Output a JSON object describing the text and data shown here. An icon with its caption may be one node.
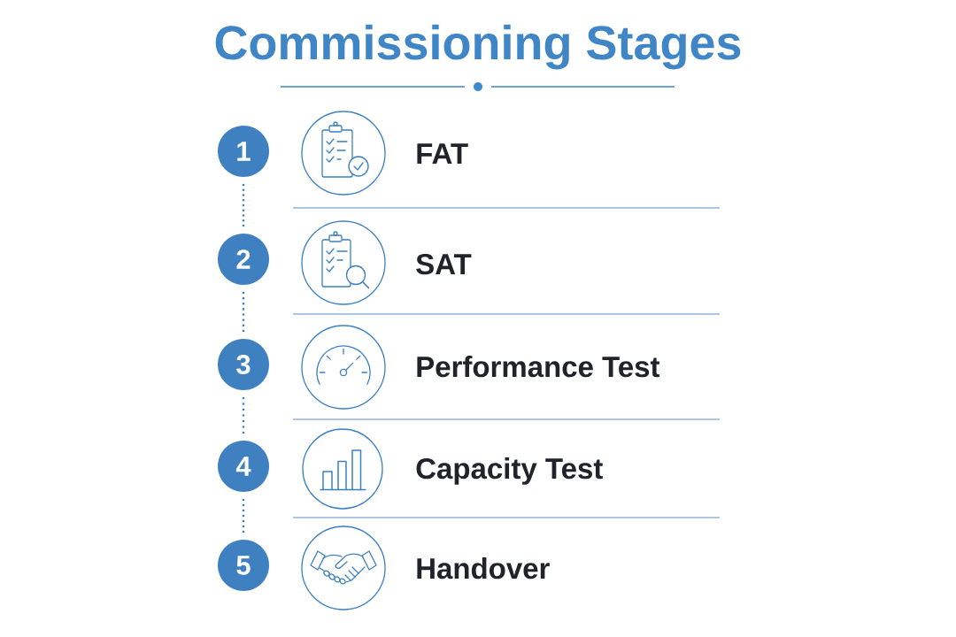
{
  "diagram": {
    "title": "Commissioning Stages",
    "nodes": [
      {
        "text": [
          "1"
        ]
      },
      {
        "text": [
          "2"
        ]
      },
      {
        "text": [
          "3"
        ]
      },
      {
        "text": [
          "4"
        ]
      },
      {
        "text": [
          "5"
        ]
      }
    ],
    "edges": [
      {
        "from": 0,
        "to": 1,
        "arrow": "none",
        "style": "dashed"
      },
      {
        "from": 1,
        "to": 2,
        "arrow": "none",
        "style": "dashed"
      },
      {
        "from": 2,
        "to": 3,
        "arrow": "none",
        "style": "dashed"
      },
      {
        "from": 3,
        "to": 4,
        "arrow": "none",
        "style": "dashed"
      }
    ],
    "labels": [
      "FAT",
      "SAT",
      "Performance Test",
      "Capacity Test",
      "Handover"
    ]
  }
}
